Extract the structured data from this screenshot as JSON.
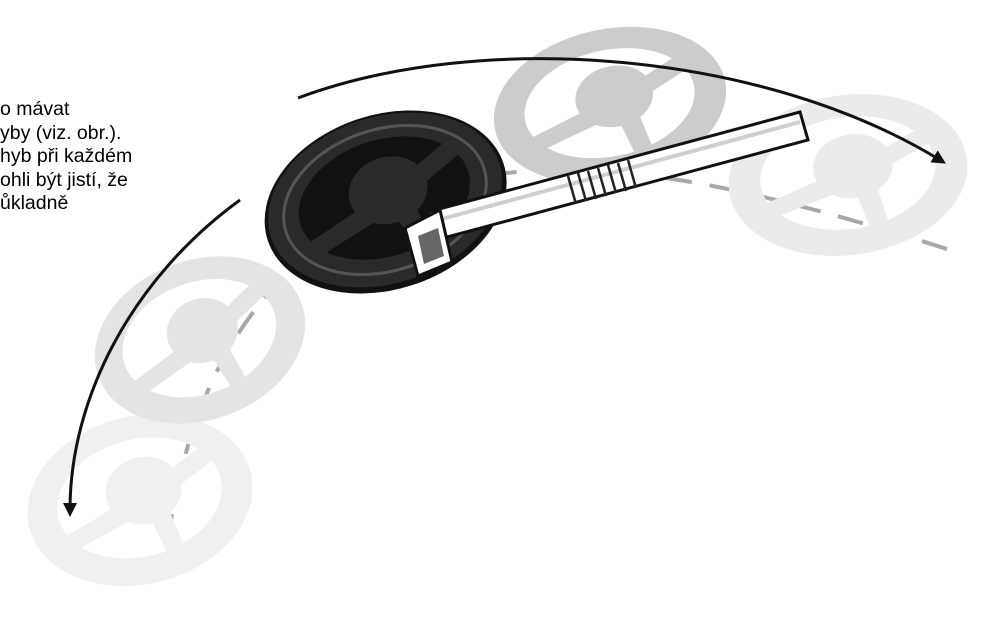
{
  "text_lines": [
    "o mávat",
    "yby (viz. obr.).",
    "hyb při každém",
    "ohli být jistí, že",
    "ůkladně"
  ],
  "colors": {
    "ghost_wheel_light": "#f0f0f0",
    "ghost_wheel_mid": "#dcdcdc",
    "ghost_wheel_dark": "#c9c9c9",
    "main_coil": "#1e1e1e",
    "shaft": "#ffffff",
    "arrow": "#111111",
    "dashed_path": "#a8a8a8"
  },
  "icons": {
    "main_coil": "search-coil-icon",
    "ghost_coil": "search-coil-ghost-icon",
    "arrow": "curved-arrow-icon"
  }
}
